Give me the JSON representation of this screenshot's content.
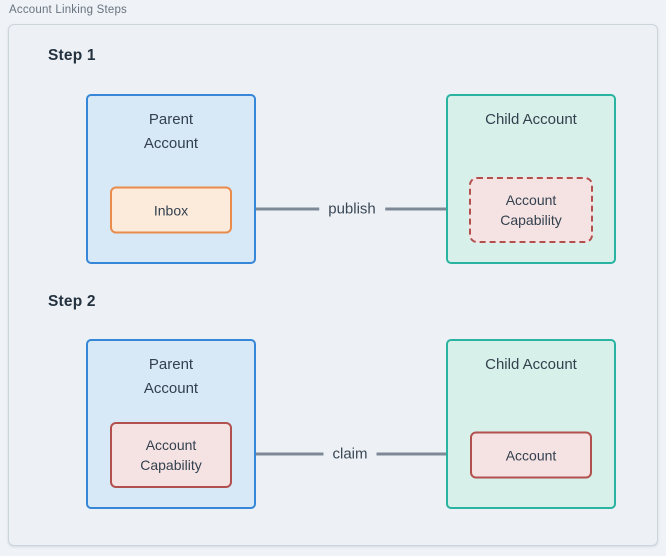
{
  "frame": {
    "title": "Account Linking Steps"
  },
  "colors": {
    "page_bg": "#eff2f6",
    "canvas_bg": "#edf1f5",
    "canvas_border": "#ccd4dc",
    "frame_title": "#68737f",
    "heading": "#24313e",
    "text_dark": "#33414e",
    "arrow": "#7d8996",
    "arrow_text": "#3a4755",
    "blue_fill": "#d7e8f7",
    "blue_border": "#3787d8",
    "teal_fill": "#d7f0ea",
    "teal_border": "#2bb3a1",
    "orange_fill": "#fceadb",
    "orange_border": "#e88b4b",
    "red_fill": "#f5e2e3",
    "red_border": "#b2504d"
  },
  "steps": [
    {
      "label": "Step 1",
      "parent": {
        "title": "Parent Account",
        "inner": "Inbox"
      },
      "child": {
        "title": "Child Account",
        "inner": "Account Capability"
      },
      "arrow": {
        "label": "publish",
        "direction": "left",
        "from": "child.account-capability",
        "to": "parent.inbox"
      }
    },
    {
      "label": "Step 2",
      "parent": {
        "title": "Parent Account",
        "inner": "Account Capability"
      },
      "child": {
        "title": "Child Account",
        "inner": "Account"
      },
      "arrow": {
        "label": "claim",
        "direction": "right",
        "from": "parent.account-capability",
        "to": "child.account"
      }
    }
  ]
}
